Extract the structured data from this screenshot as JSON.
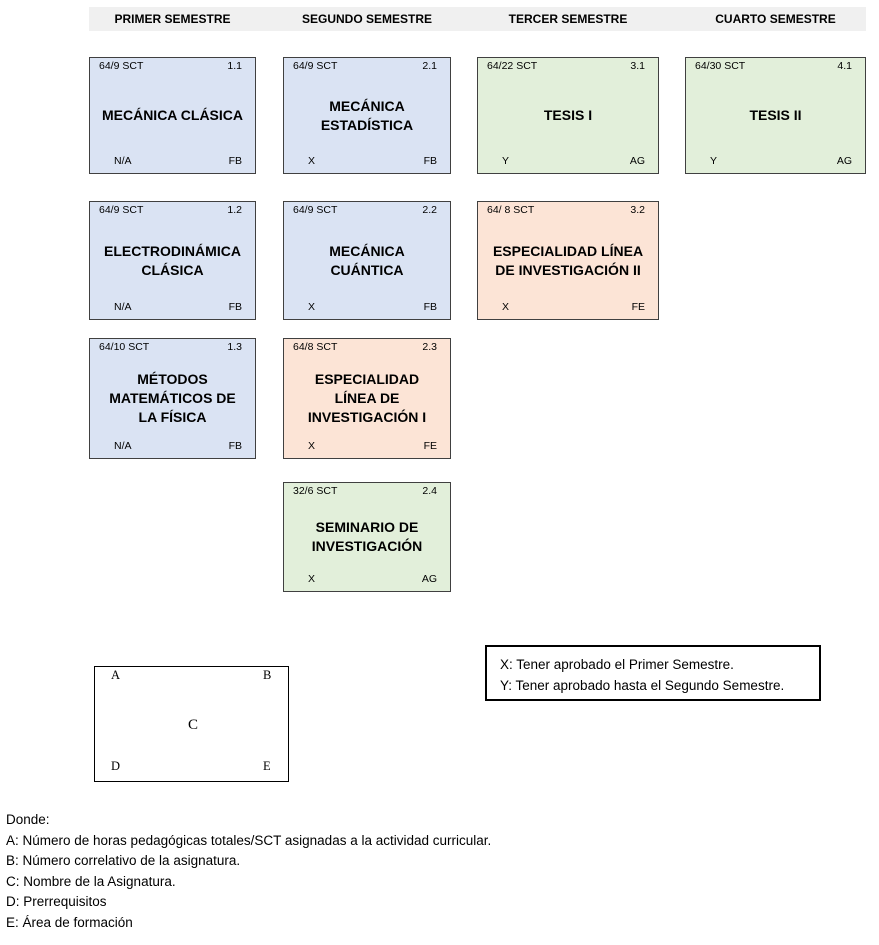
{
  "headers": [
    "PRIMER SEMESTRE",
    "SEGUNDO SEMESTRE",
    "TERCER SEMESTRE",
    "CUARTO SEMESTRE"
  ],
  "courses": {
    "c11": {
      "hours": "64/9 SCT",
      "num": "1.1",
      "name": "MECÁNICA CLÁSICA",
      "prereq": "N/A",
      "area": "FB"
    },
    "c12": {
      "hours": "64/9 SCT",
      "num": "1.2",
      "name": "ELECTRODINÁMICA CLÁSICA",
      "prereq": "N/A",
      "area": "FB"
    },
    "c13": {
      "hours": "64/10 SCT",
      "num": "1.3",
      "name": "MÉTODOS MATEMÁTICOS DE LA FÍSICA",
      "prereq": "N/A",
      "area": "FB"
    },
    "c21": {
      "hours": "64/9 SCT",
      "num": "2.1",
      "name": "MECÁNICA ESTADÍSTICA",
      "prereq": "X",
      "area": "FB"
    },
    "c22": {
      "hours": "64/9 SCT",
      "num": "2.2",
      "name": "MECÁNICA CUÁNTICA",
      "prereq": "X",
      "area": "FB"
    },
    "c23": {
      "hours": "64/8 SCT",
      "num": "2.3",
      "name": "ESPECIALIDAD LÍNEA DE INVESTIGACIÓN I",
      "prereq": "X",
      "area": "FE"
    },
    "c24": {
      "hours": "32/6 SCT",
      "num": "2.4",
      "name": "SEMINARIO DE INVESTIGACIÓN",
      "prereq": "X",
      "area": "AG"
    },
    "c31": {
      "hours": "64/22 SCT",
      "num": "3.1",
      "name": "TESIS I",
      "prereq": "Y",
      "area": "AG"
    },
    "c32": {
      "hours": "64/ 8 SCT",
      "num": "3.2",
      "name": "ESPECIALIDAD LÍNEA DE INVESTIGACIÓN II",
      "prereq": "X",
      "area": "FE"
    },
    "c41": {
      "hours": "64/30 SCT",
      "num": "4.1",
      "name": "TESIS II",
      "prereq": "Y",
      "area": "AG"
    }
  },
  "notes": [
    "X: Tener aprobado el Primer Semestre.",
    "Y: Tener aprobado hasta el Segundo Semestre."
  ],
  "legend": {
    "a": "A",
    "b": "B",
    "c": "C",
    "d": "D",
    "e": "E"
  },
  "donde": [
    "Donde:",
    "A: Número de horas pedagógicas totales/SCT asignadas a la actividad curricular.",
    "B: Número correlativo de la  asignatura.",
    "C: Nombre de la Asignatura.",
    "D: Prerrequisitos",
    "E: Área de formación"
  ],
  "colors": {
    "basic": "#dae3f3",
    "general": "#e2efda",
    "specialty": "#fce4d6"
  }
}
